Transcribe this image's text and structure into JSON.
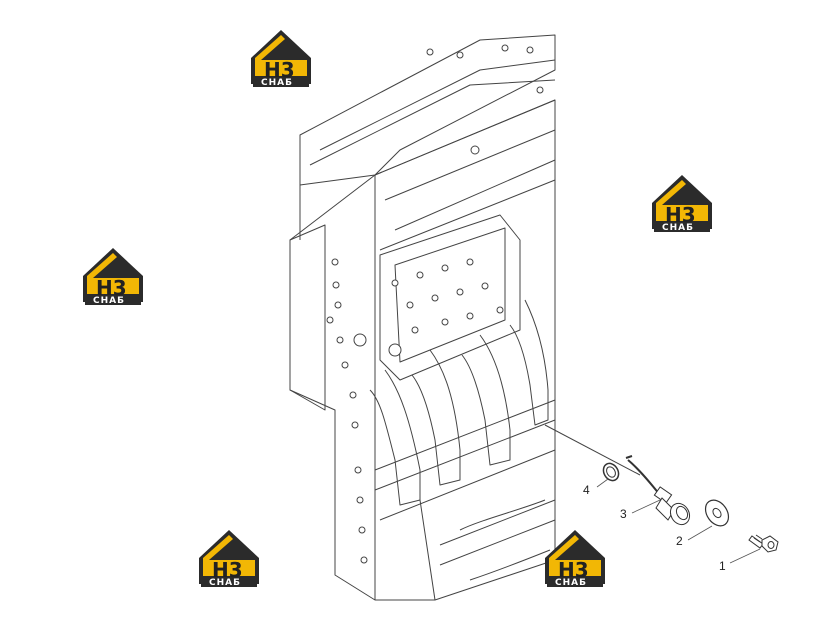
{
  "diagram": {
    "callouts": [
      "1",
      "2",
      "3",
      "4"
    ]
  },
  "watermark": {
    "mark": "H3",
    "caption": "СНАБ",
    "colors": {
      "house": "#f2b705",
      "dark": "#2b2b2b",
      "light": "#ffffff"
    }
  }
}
